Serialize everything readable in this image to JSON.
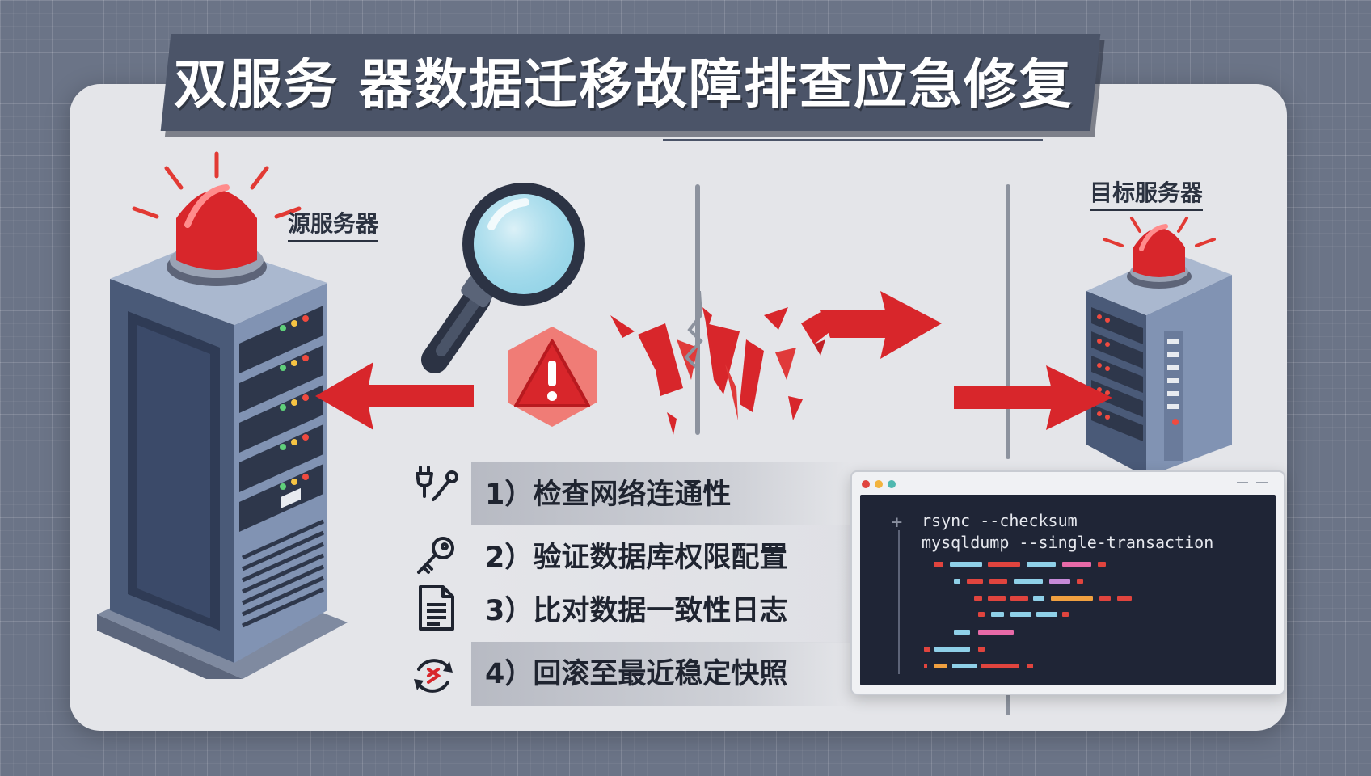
{
  "title": "双服务 器数据迁移故障排查应急修复",
  "labels": {
    "source_server": "源服务器",
    "target_server": "目标服务器"
  },
  "steps": [
    {
      "text": "1）检查网络连通性",
      "icon": "plug-wrench-icon"
    },
    {
      "text": "2）验证数据库权限配置",
      "icon": "key-icon"
    },
    {
      "text": "3）比对数据一致性日志",
      "icon": "document-icon"
    },
    {
      "text": "4）回滚至最近稳定快照",
      "icon": "rollback-cycle-icon"
    }
  ],
  "terminal": {
    "lines": [
      "rsync --checksum",
      "mysqldump --single-transaction"
    ],
    "gutter_symbol": "+"
  },
  "colors": {
    "alert_red": "#d8262b",
    "panel_bg": "#e4e5e9",
    "banner": "#4b5468",
    "terminal_bg": "#1f2536"
  }
}
